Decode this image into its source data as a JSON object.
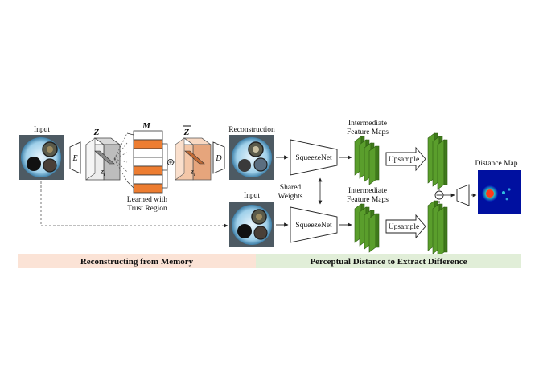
{
  "labels": {
    "input_top": "Input",
    "input_bottom": "Input",
    "reconstruction": "Reconstruction",
    "encoder": "E",
    "decoder": "D",
    "z": "Z",
    "z_i": "z",
    "z_sub": "i",
    "memory": "M",
    "z_hat": "Z",
    "z_hat_i": "z",
    "z_hat_sub": "i",
    "learned_line1": "Learned with",
    "learned_line2": "Trust Region",
    "squeezenet_top": "SqueezeNet",
    "squeezenet_bottom": "SqueezeNet",
    "shared_line1": "Shared",
    "shared_line2": "Weights",
    "ifm_top_line1": "Intermediate",
    "ifm_top_line2": "Feature Maps",
    "ifm_bottom_line1": "Intermediate",
    "ifm_bottom_line2": "Feature Maps",
    "upsample_top": "Upsample",
    "upsample_bottom": "Upsample",
    "distance_map": "Distance Map"
  },
  "bands": {
    "left": "Reconstructing from Memory",
    "right": "Perceptual Distance to Extract Difference"
  },
  "colors": {
    "band_left": "#fbe3d6",
    "band_right": "#e1eed8",
    "feature_green": "#5a9e2c",
    "memory_orange": "#ed7d31",
    "zhat_fill": "#f4c7a8"
  }
}
